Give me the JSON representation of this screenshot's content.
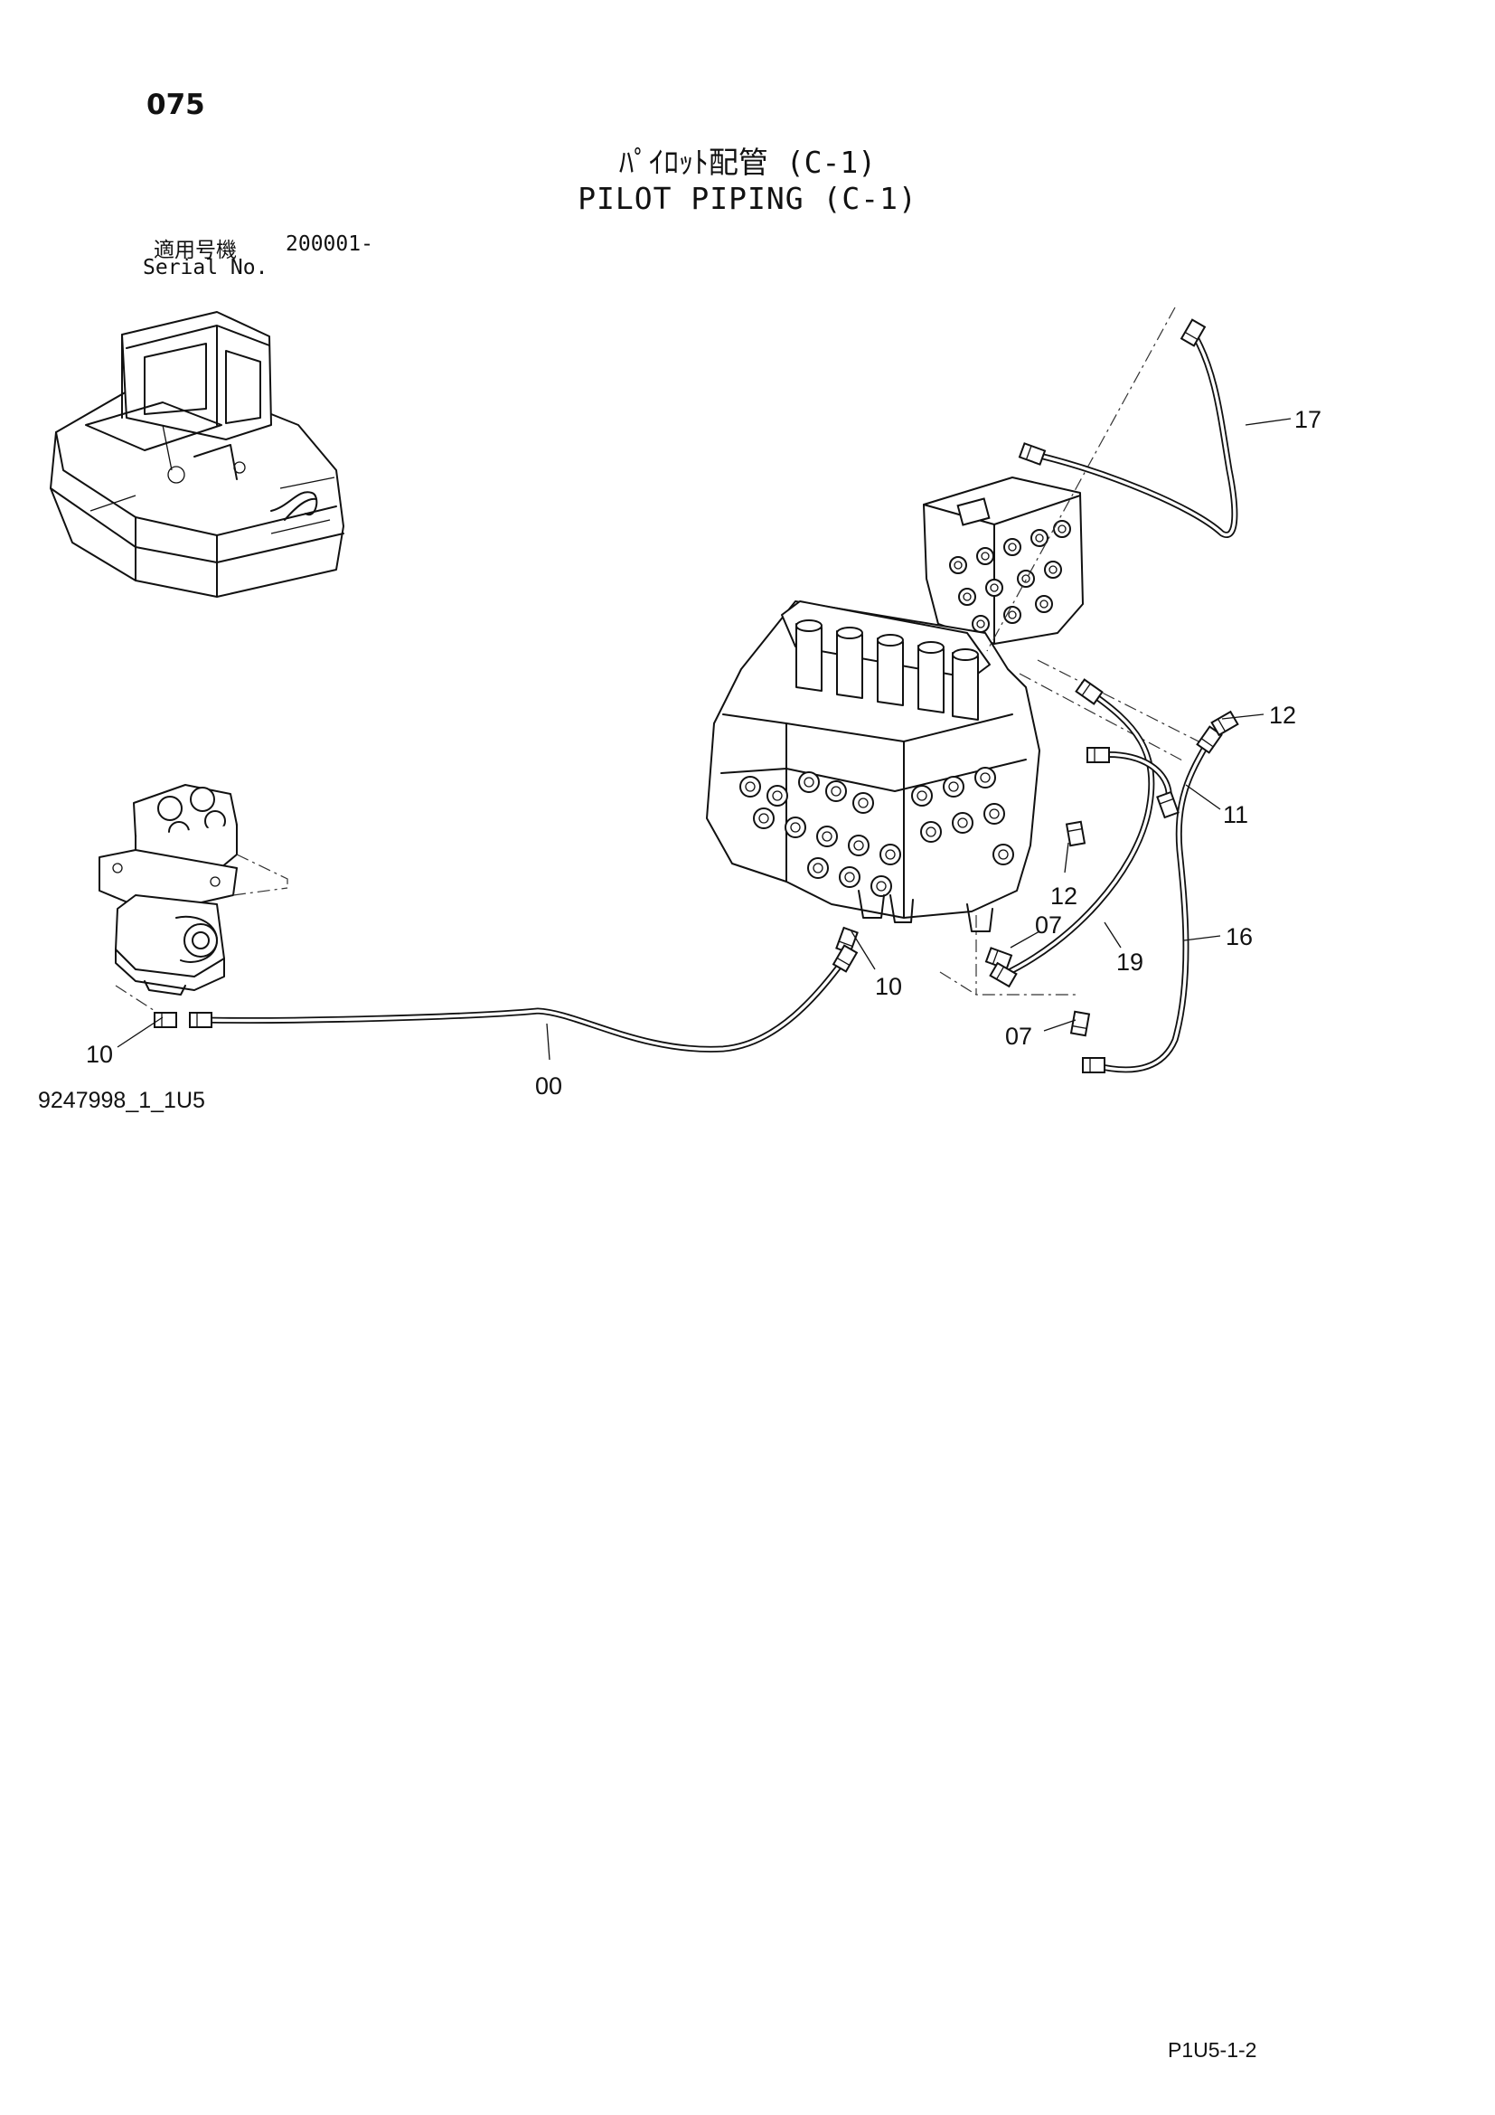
{
  "header": {
    "page_number": "075",
    "title_jp": "ﾊﾟｲﾛｯﾄ配管 (C-1)",
    "title_en": "PILOT PIPING (C-1)",
    "serial_jp": "適用号機",
    "serial_value": "200001-",
    "serial_en": "Serial No."
  },
  "callouts": {
    "c17": "17",
    "c12a": "12",
    "c11": "11",
    "c12b": "12",
    "c07a": "07",
    "c19": "19",
    "c16": "16",
    "c10a": "10",
    "c07b": "07",
    "c10b": "10",
    "c00": "00"
  },
  "footer": {
    "drawing_number": "9247998_1_1U5",
    "page_code": "P1U5-1-2"
  }
}
